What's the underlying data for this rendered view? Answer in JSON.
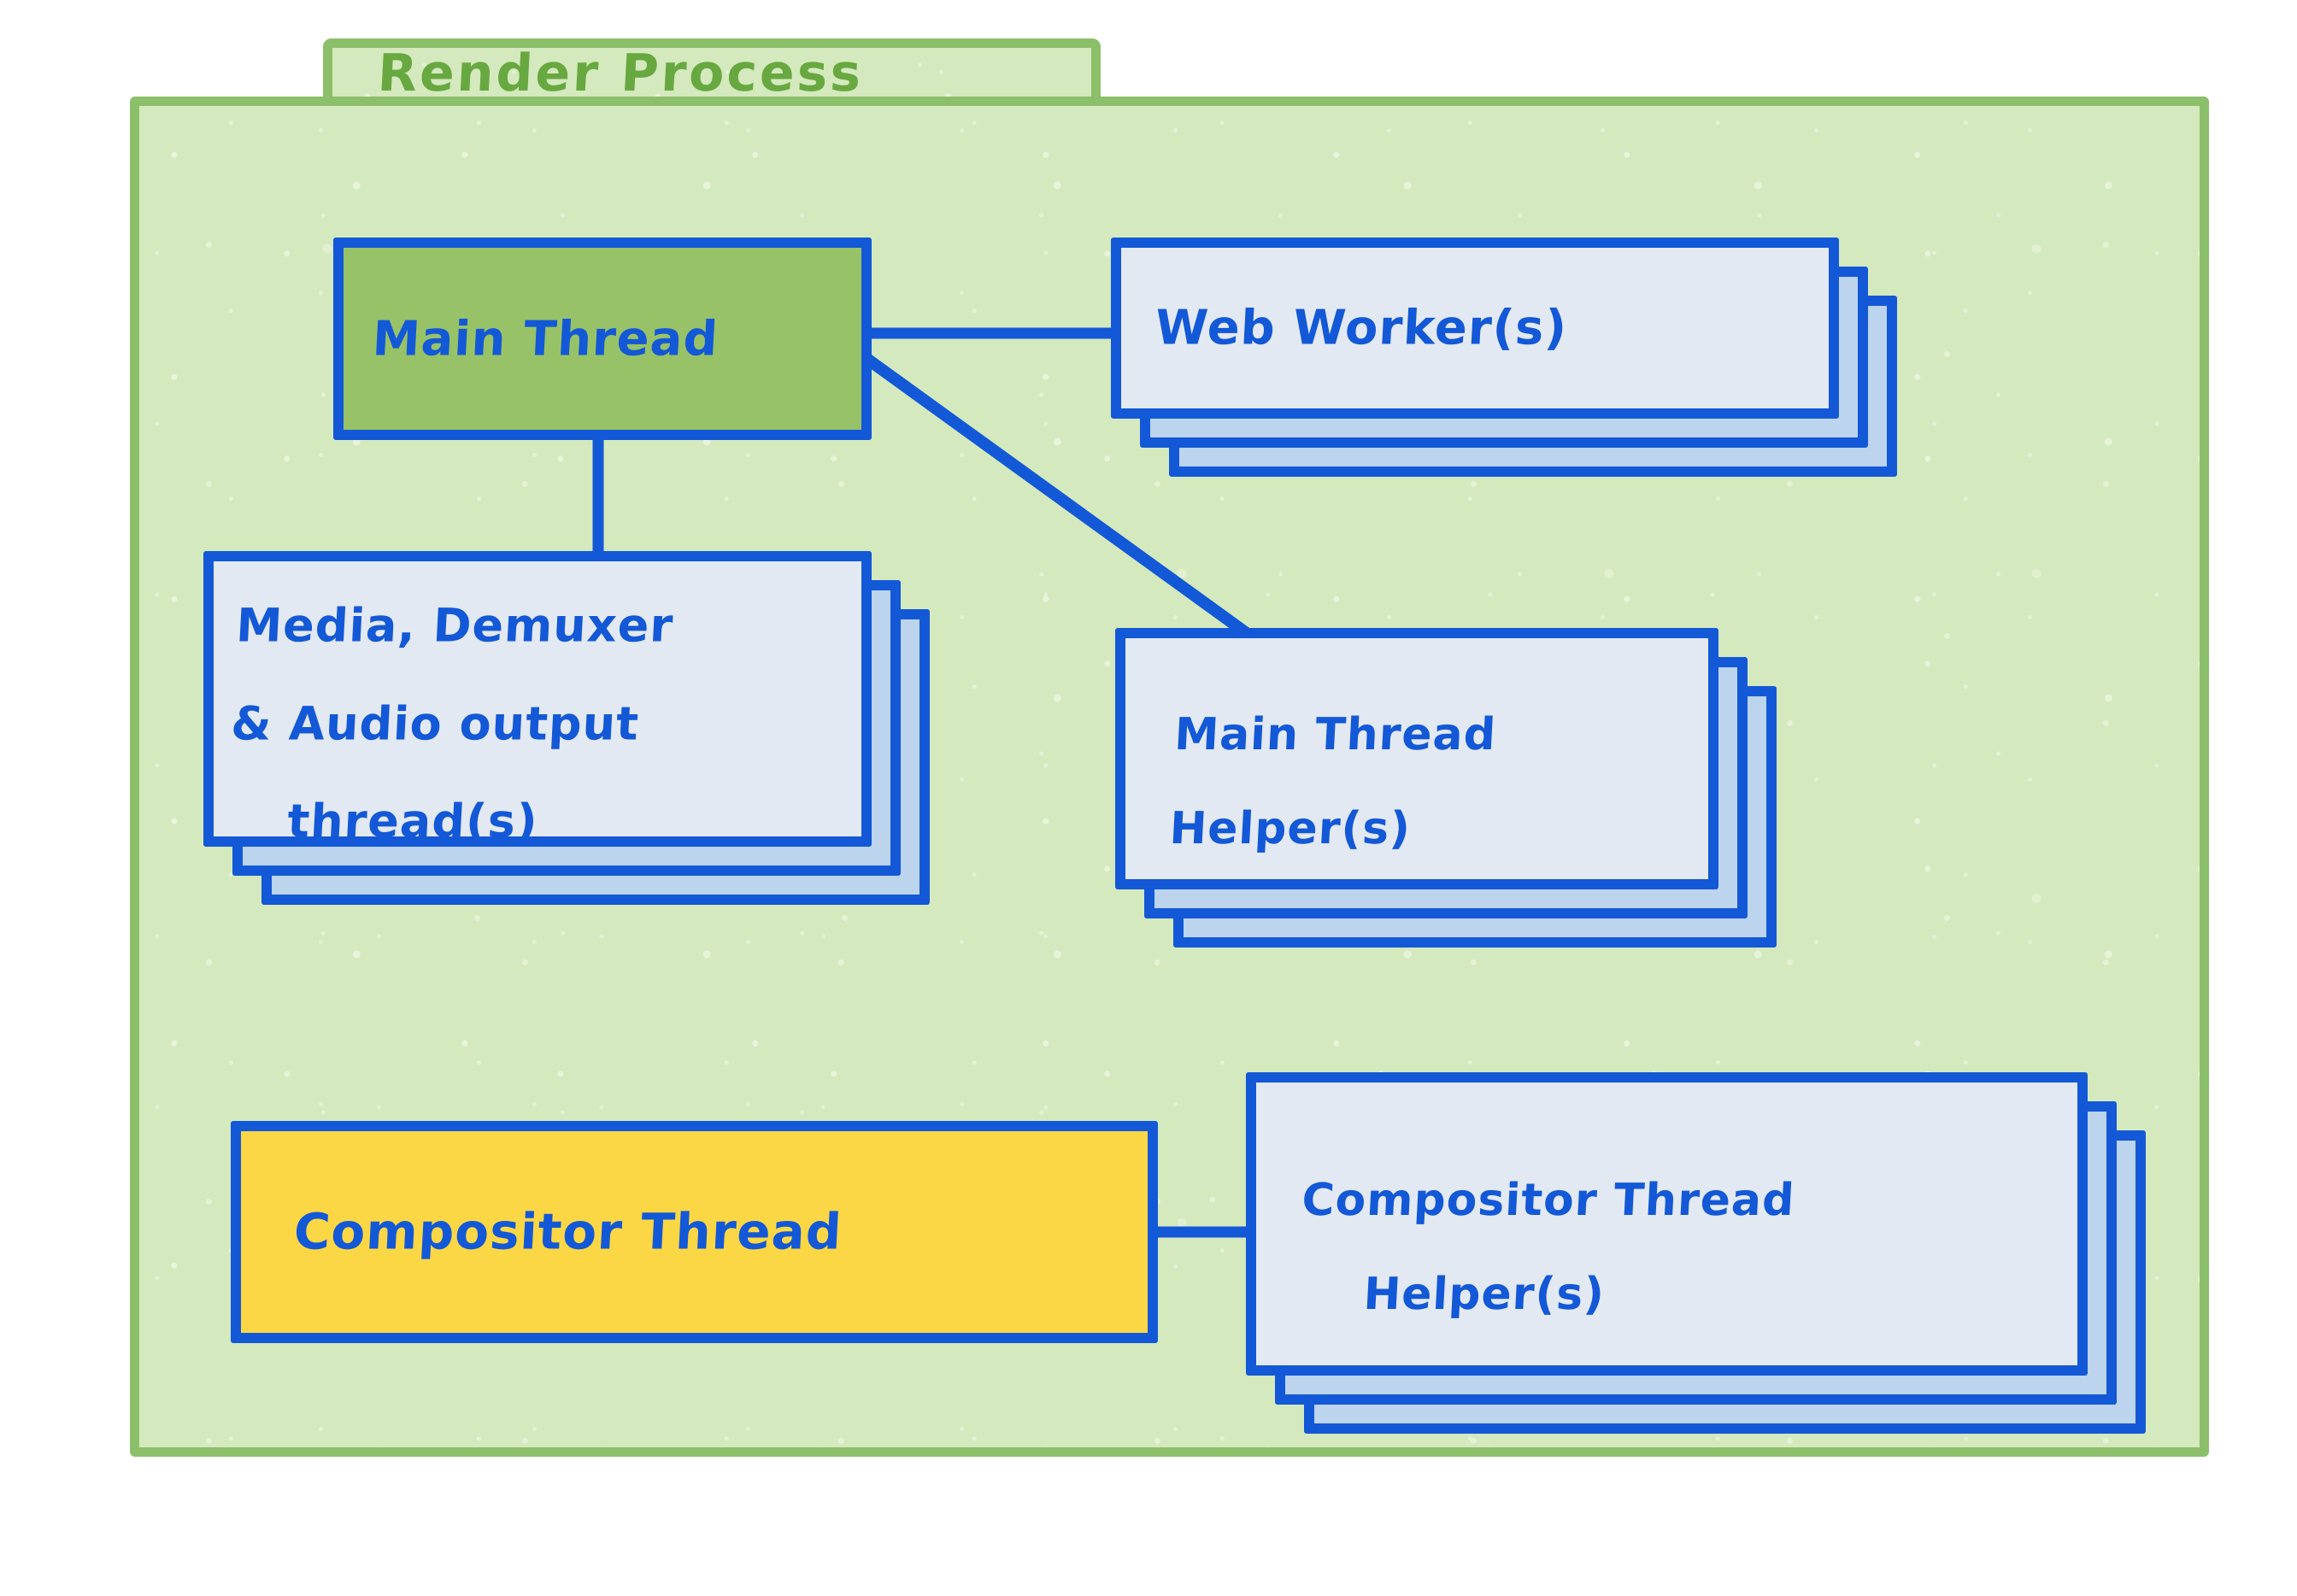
{
  "diagram": {
    "title": "Render Process",
    "colors": {
      "container_fill": "#d4e9bd",
      "container_border": "#8bbf6a",
      "title_text": "#68a840",
      "node_border": "#1358d6",
      "node_text": "#1358d6",
      "node_front_fill": "#e3e9f2",
      "node_stack_fill": "#bcd4ee",
      "main_thread_fill": "#98c267",
      "compositor_thread_fill": "#fcd745"
    },
    "nodes": {
      "main_thread": {
        "label": "Main Thread",
        "fill": "#98c267",
        "stacked": false,
        "stack_count": 1
      },
      "web_worker": {
        "label": "Web Worker(s)",
        "fill": "#e3e9f2",
        "stacked": true,
        "stack_count": 3
      },
      "media_thread": {
        "label_line1": "Media, Demuxer",
        "label_line2": "& Audio output",
        "label_line3": "thread(s)",
        "label": "Media, Demuxer & Audio output thread(s)",
        "fill": "#e3e9f2",
        "stacked": true,
        "stack_count": 3
      },
      "main_thread_helper": {
        "label_line1": "Main Thread",
        "label_line2": "Helper(s)",
        "label": "Main Thread Helper(s)",
        "fill": "#e3e9f2",
        "stacked": true,
        "stack_count": 3
      },
      "compositor_thread": {
        "label": "Compositor Thread",
        "fill": "#fcd745",
        "stacked": false,
        "stack_count": 1
      },
      "compositor_thread_helper": {
        "label_line1": "Compositor Thread",
        "label_line2": "Helper(s)",
        "label": "Compositor Thread Helper(s)",
        "fill": "#e3e9f2",
        "stacked": true,
        "stack_count": 3
      }
    },
    "connections": [
      {
        "from": "main_thread",
        "to": "web_worker",
        "style": "horizontal"
      },
      {
        "from": "main_thread",
        "to": "main_thread_helper",
        "style": "diagonal"
      },
      {
        "from": "main_thread",
        "to": "media_thread",
        "style": "vertical"
      },
      {
        "from": "compositor_thread",
        "to": "compositor_thread_helper",
        "style": "horizontal"
      }
    ]
  }
}
